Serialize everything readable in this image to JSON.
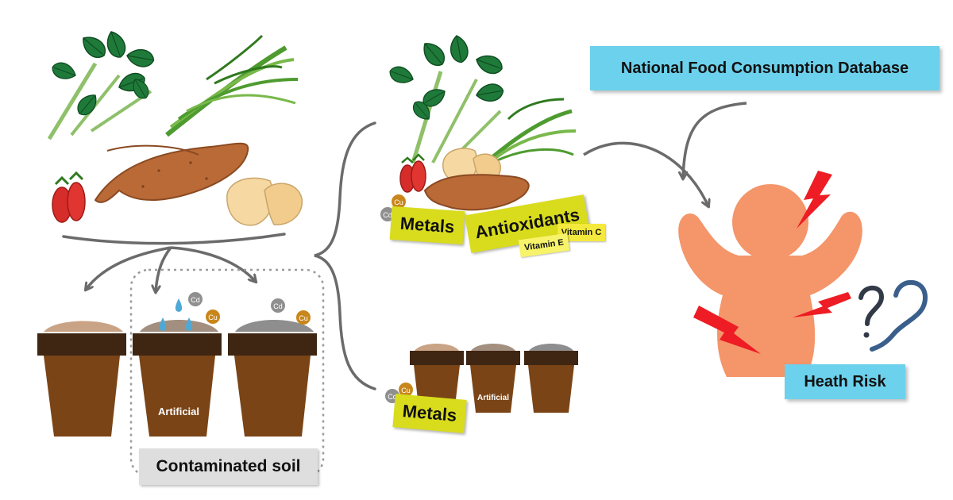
{
  "labels": {
    "database": "National Food Consumption Database",
    "risk": "Heath Risk",
    "soil": "Contaminated soil",
    "metals_top": "Metals",
    "antioxidants": "Antioxidants",
    "vitamin_c": "Vitamin C",
    "vitamin_e": "Vitamin E",
    "metals_bottom": "Metals",
    "artificial_big": "Artificial",
    "artificial_small": "Artificial"
  },
  "elements": {
    "cd": "Cd",
    "cu": "Cu"
  },
  "colors": {
    "database_box": "#6cd1ec",
    "risk_box": "#6cd1ec",
    "soil_box": "#dedede",
    "tag": "#d9dc1c",
    "vitamin_tag": "#f4e93d",
    "pot_body": "#7a4416",
    "pot_rim": "#3f2612",
    "arrow": "#6b6b6b",
    "person": "#f4956a",
    "lightning": "#ee1c24",
    "question": "#3a5f8c",
    "cd_circle": "#8f8f8f",
    "cu_circle": "#c8861b"
  },
  "icons": [
    "leafy-greens-icon",
    "sweet-potato-icon",
    "tomato-icon",
    "potato-icon",
    "flower-pot-icon",
    "water-drop-icon",
    "person-icon",
    "lightning-icon",
    "question-mark-icon"
  ]
}
